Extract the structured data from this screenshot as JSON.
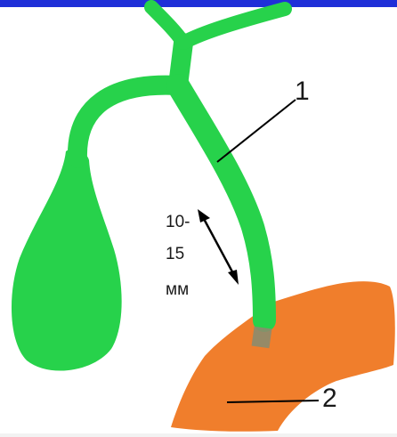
{
  "diagram": {
    "labels": {
      "callout_1": "1",
      "callout_2": "2",
      "measurement_line_1": "10-",
      "measurement_line_2": "15",
      "measurement_line_3": "мм"
    },
    "colors": {
      "duct_and_gallbladder": "#27d24b",
      "duodenum": "#f07e2c",
      "papilla": "#8c8c6e",
      "top_bar": "#1f2fd8",
      "lines": "#000000"
    }
  }
}
